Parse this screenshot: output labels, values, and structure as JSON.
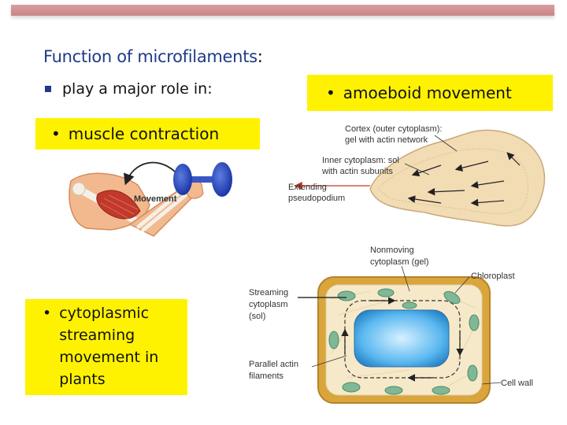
{
  "title": {
    "main": "Function of microfilaments",
    "colon": ":"
  },
  "intro": "play a major role in:",
  "callouts": {
    "amoeboid": "amoeboid movement",
    "muscle": "muscle contraction",
    "streaming": "cytoplasmic streaming movement in plants"
  },
  "bullet": "•",
  "muscle_diagram": {
    "movement_label": "Movement"
  },
  "amoeba_diagram": {
    "cortex_line1": "Cortex (outer cytoplasm):",
    "cortex_line2": "gel with actin network",
    "inner_line1": "Inner cytoplasm: sol",
    "inner_line2": "with actin subunits",
    "pseudo_line1": "Extending",
    "pseudo_line2": "pseudopodium"
  },
  "plant_cell_diagram": {
    "nonmoving_line1": "Nonmoving",
    "nonmoving_line2": "cytoplasm (gel)",
    "chloroplast": "Chloroplast",
    "streaming_line1": "Streaming",
    "streaming_line2": "cytoplasm",
    "streaming_line3": "(sol)",
    "parallel_line1": "Parallel actin",
    "parallel_line2": "filaments",
    "cell_wall": "Cell wall"
  },
  "colors": {
    "title": "#1f3a8a",
    "highlight": "#fff200",
    "top_bar": "#d99ea0"
  }
}
